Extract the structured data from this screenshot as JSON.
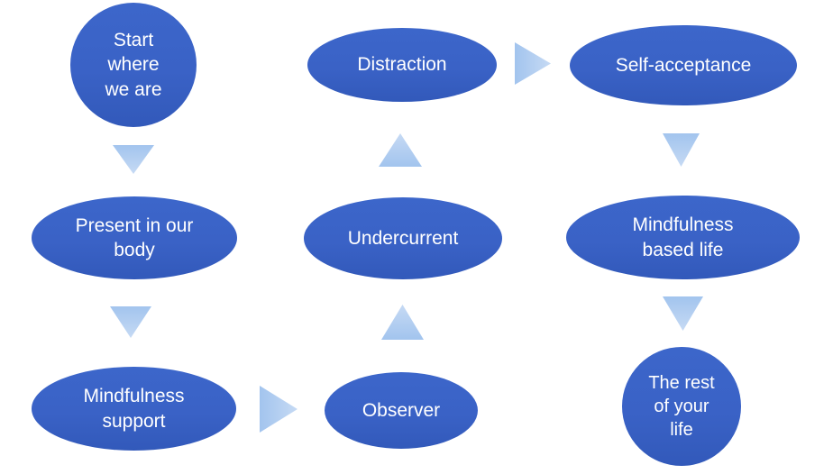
{
  "diagram": {
    "type": "flowchart",
    "colors": {
      "node_fill": "#3a62c6",
      "node_text": "#ffffff",
      "arrow_fill": "#a2c4ee",
      "background": "#ffffff"
    },
    "nodes": [
      {
        "id": "start-where-we-are",
        "shape": "circle",
        "label": "Start\nwhere\nwe are"
      },
      {
        "id": "distraction",
        "shape": "ellipse",
        "label": "Distraction"
      },
      {
        "id": "self-acceptance",
        "shape": "ellipse",
        "label": "Self-acceptance"
      },
      {
        "id": "present-in-our-body",
        "shape": "ellipse",
        "label": "Present in our\nbody"
      },
      {
        "id": "undercurrent",
        "shape": "ellipse",
        "label": "Undercurrent"
      },
      {
        "id": "mindfulness-based-life",
        "shape": "ellipse",
        "label": "Mindfulness\nbased life"
      },
      {
        "id": "mindfulness-support",
        "shape": "ellipse",
        "label": "Mindfulness\nsupport"
      },
      {
        "id": "observer",
        "shape": "ellipse",
        "label": "Observer"
      },
      {
        "id": "the-rest-of-your-life",
        "shape": "circle",
        "label": "The rest\nof your\nlife"
      }
    ],
    "arrows": [
      {
        "direction": "down",
        "from": "start-where-we-are",
        "to": "present-in-our-body"
      },
      {
        "direction": "down",
        "from": "present-in-our-body",
        "to": "mindfulness-support"
      },
      {
        "direction": "right",
        "from": "mindfulness-support",
        "to": "observer"
      },
      {
        "direction": "up",
        "from": "observer",
        "to": "undercurrent"
      },
      {
        "direction": "up",
        "from": "undercurrent",
        "to": "distraction"
      },
      {
        "direction": "right",
        "from": "distraction",
        "to": "self-acceptance"
      },
      {
        "direction": "down",
        "from": "self-acceptance",
        "to": "mindfulness-based-life"
      },
      {
        "direction": "down",
        "from": "mindfulness-based-life",
        "to": "the-rest-of-your-life"
      }
    ]
  }
}
